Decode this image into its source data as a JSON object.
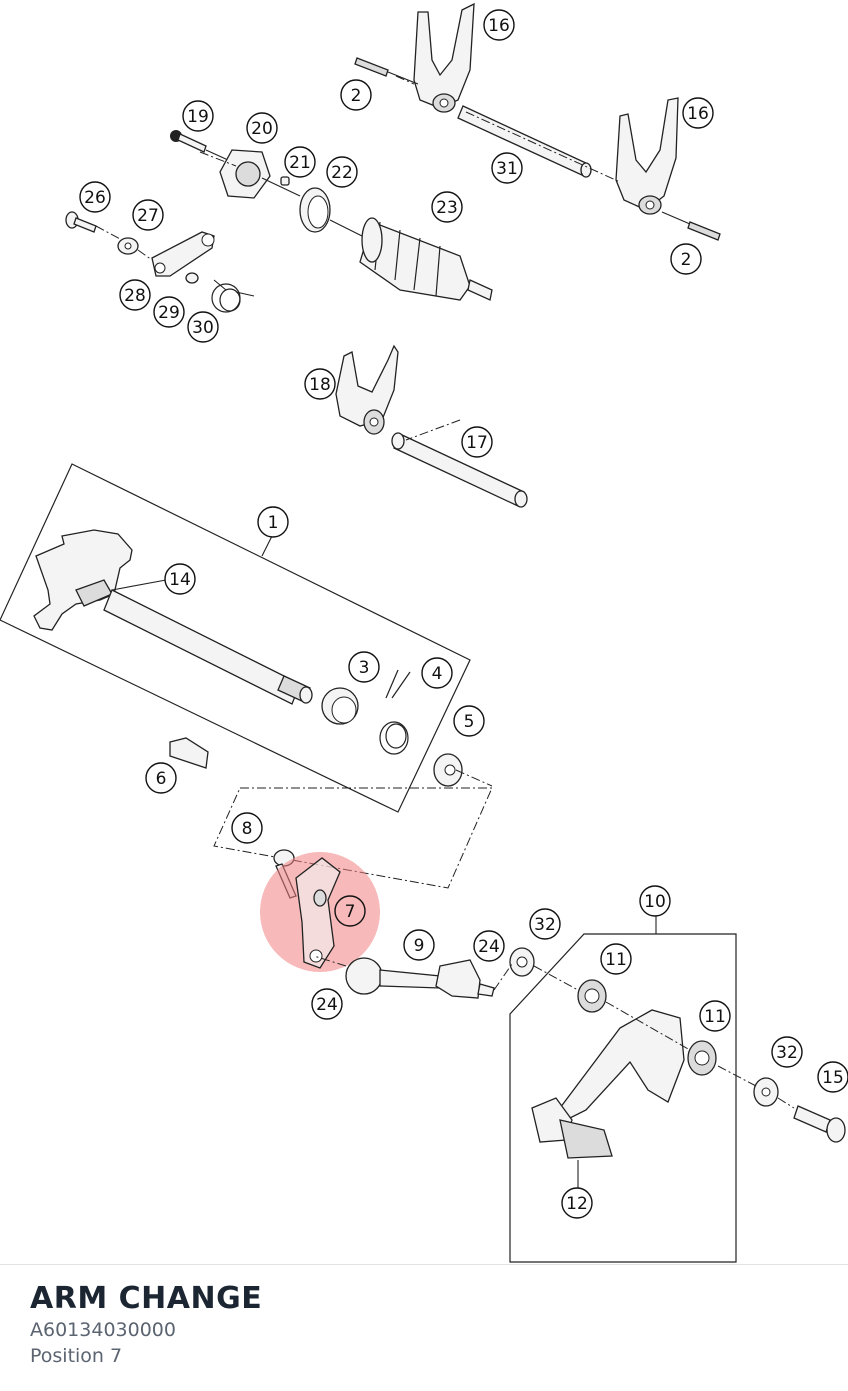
{
  "part": {
    "name": "ARM CHANGE",
    "number": "A60134030000",
    "position": "Position 7"
  },
  "callouts": [
    {
      "label": "16"
    },
    {
      "label": "2"
    },
    {
      "label": "16"
    },
    {
      "label": "31"
    },
    {
      "label": "2"
    },
    {
      "label": "19"
    },
    {
      "label": "20"
    },
    {
      "label": "21"
    },
    {
      "label": "22"
    },
    {
      "label": "23"
    },
    {
      "label": "26"
    },
    {
      "label": "27"
    },
    {
      "label": "28"
    },
    {
      "label": "29"
    },
    {
      "label": "30"
    },
    {
      "label": "18"
    },
    {
      "label": "17"
    },
    {
      "label": "1"
    },
    {
      "label": "14"
    },
    {
      "label": "3"
    },
    {
      "label": "4"
    },
    {
      "label": "5"
    },
    {
      "label": "6"
    },
    {
      "label": "8"
    },
    {
      "label": "7"
    },
    {
      "label": "9"
    },
    {
      "label": "24"
    },
    {
      "label": "24"
    },
    {
      "label": "32"
    },
    {
      "label": "10"
    },
    {
      "label": "11"
    },
    {
      "label": "11"
    },
    {
      "label": "32"
    },
    {
      "label": "15"
    },
    {
      "label": "12"
    }
  ],
  "highlight": {
    "color": "#f08080"
  }
}
